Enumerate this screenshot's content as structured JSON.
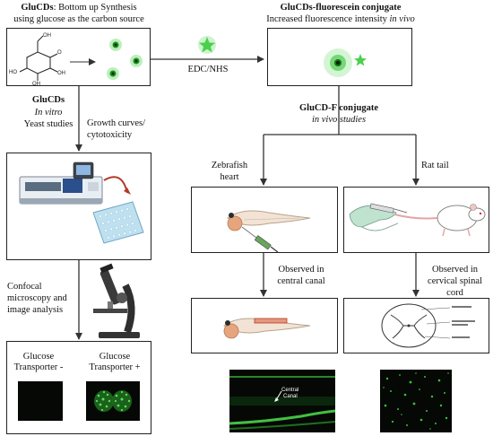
{
  "top_left": {
    "title_bold": "GluCDs",
    "title_rest": ": Bottom up Synthesis",
    "subtitle": "using glucose as the carbon source"
  },
  "top_right": {
    "title": "GluCDs-fluorescein conjugate",
    "subtitle_plain": "Increased fluorescence intensity ",
    "subtitle_italic": "in vivo"
  },
  "coupling_label": "EDC/NHS",
  "left_branch": {
    "heading": "GluCDs",
    "line2": "In vitro",
    "line3": "Yeast studies",
    "growth_line1": "Growth curves/",
    "growth_line2": "cytotoxicity",
    "confocal_line1": "Confocal",
    "confocal_line2": "microscopy and",
    "confocal_line3": "image analysis",
    "glucose_minus_1": "Glucose",
    "glucose_minus_2": "Transporter -",
    "glucose_plus_1": "Glucose",
    "glucose_plus_2": "Transporter +"
  },
  "right_branch": {
    "heading": "GluCD-F conjugate",
    "subheading": "in vivo studies",
    "zebrafish_1": "Zebrafish",
    "zebrafish_2": "heart",
    "rat_tail": "Rat tail",
    "observed_central_1": "Observed in",
    "observed_central_2": "central canal",
    "observed_spinal_1": "Observed in",
    "observed_spinal_2": "cervical spinal",
    "observed_spinal_3": "cord",
    "central_canal_annotation_1": "Central",
    "central_canal_annotation_2": "Canal"
  },
  "colors": {
    "fluorescence_green": "#39c83a",
    "star_green": "#58d85a",
    "arrow": "#333333",
    "box_border": "#222222"
  }
}
